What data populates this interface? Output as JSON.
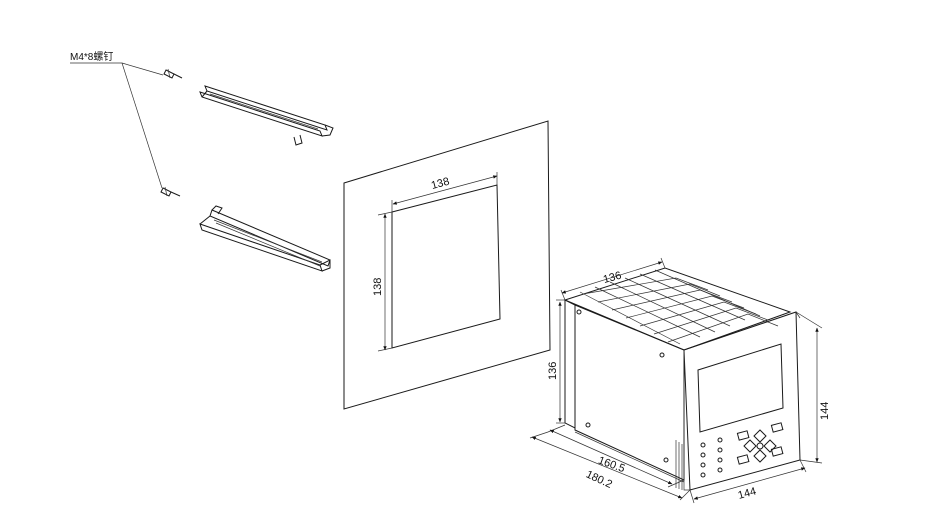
{
  "labels": {
    "screw": "M4*8螺钉"
  },
  "dimensions": {
    "cutout_width": "138",
    "cutout_height": "138",
    "device_depth": "136",
    "device_body_height": "136",
    "device_depth_inner": "160.5",
    "device_depth_total": "180.2",
    "front_width": "144",
    "front_height": "144"
  }
}
